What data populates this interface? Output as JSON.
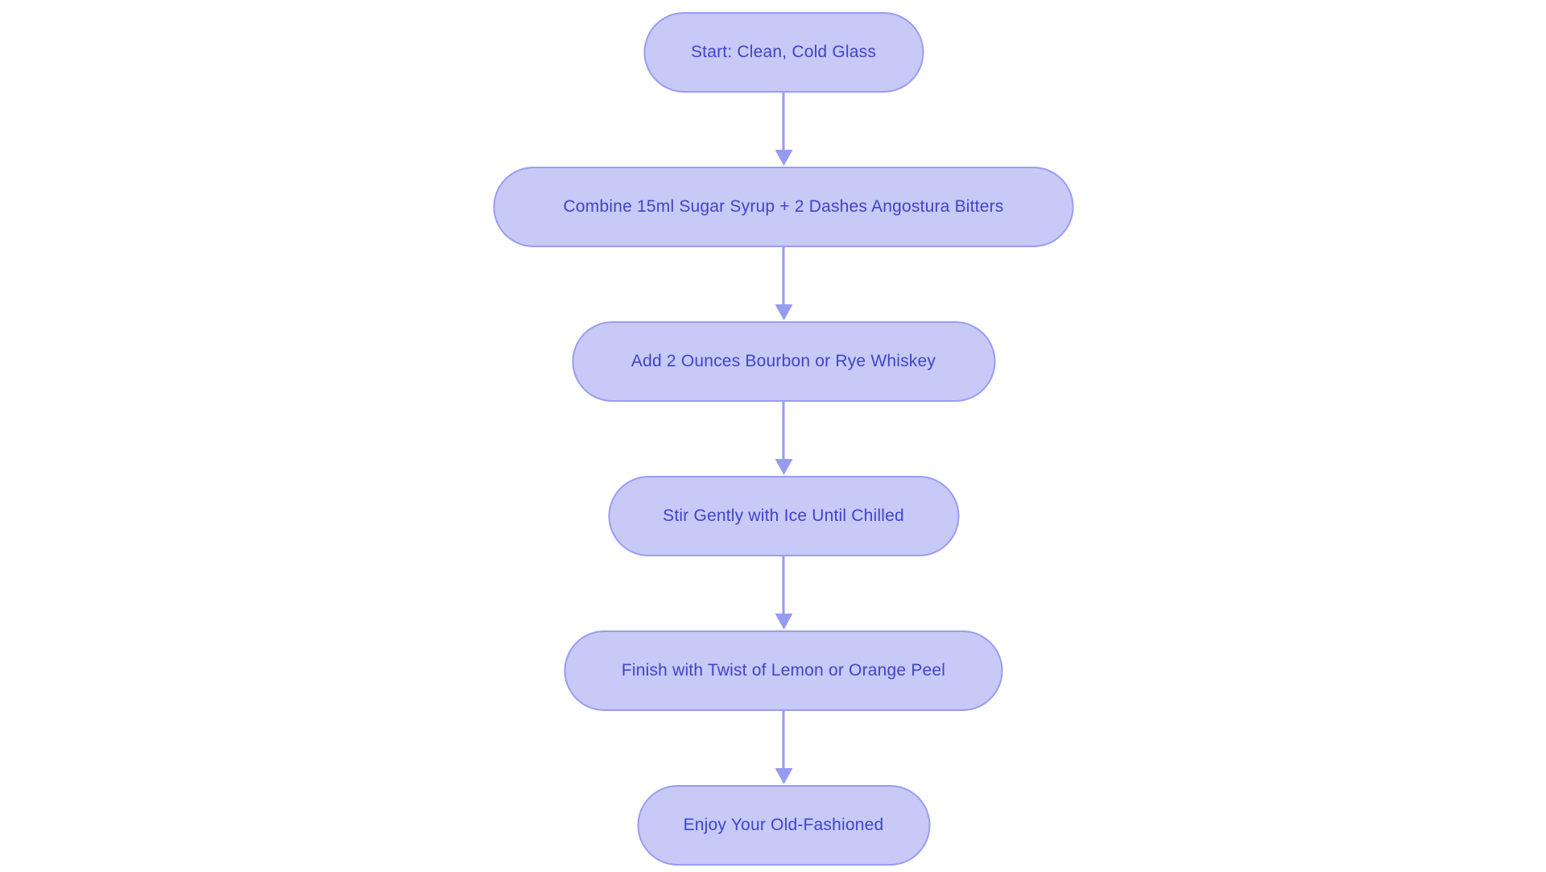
{
  "diagram": {
    "type": "flowchart",
    "direction": "top-down",
    "steps": [
      {
        "id": "start",
        "label": "Start: Clean, Cold Glass"
      },
      {
        "id": "step-1",
        "label": "Combine 15ml Sugar Syrup + 2 Dashes Angostura Bitters"
      },
      {
        "id": "step-2",
        "label": "Add 2 Ounces Bourbon or Rye Whiskey"
      },
      {
        "id": "step-3",
        "label": "Stir Gently with Ice Until Chilled"
      },
      {
        "id": "step-4",
        "label": "Finish with Twist of Lemon or Orange Peel"
      },
      {
        "id": "end",
        "label": "Enjoy Your Old-Fashioned"
      }
    ],
    "edges": [
      {
        "from": "start",
        "to": "step-1"
      },
      {
        "from": "step-1",
        "to": "step-2"
      },
      {
        "from": "step-2",
        "to": "step-3"
      },
      {
        "from": "step-3",
        "to": "step-4"
      },
      {
        "from": "step-4",
        "to": "end"
      }
    ],
    "colors": {
      "background": "#ffffff",
      "node_fill": "#c7c9f7",
      "node_border": "#989df2",
      "node_text": "#4045c7",
      "arrow": "#959bf1"
    }
  }
}
